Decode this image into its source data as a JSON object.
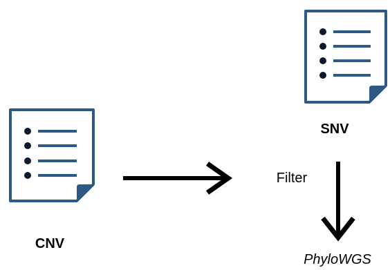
{
  "labels": {
    "cnv": "CNV",
    "snv": "SNV",
    "filter": "Filter",
    "output": "PhyloWGS"
  },
  "colors": {
    "document_stroke": "#2c5a85",
    "document_line": "#2c5a85",
    "bullet": "#0f1b2c",
    "arrow": "#000000",
    "background": "#ffffff"
  },
  "icons": {
    "cnv_document": "document-list-icon",
    "snv_document": "document-list-icon",
    "flow_arrow": "arrow-right-icon",
    "filter_arrow": "arrow-down-icon"
  }
}
